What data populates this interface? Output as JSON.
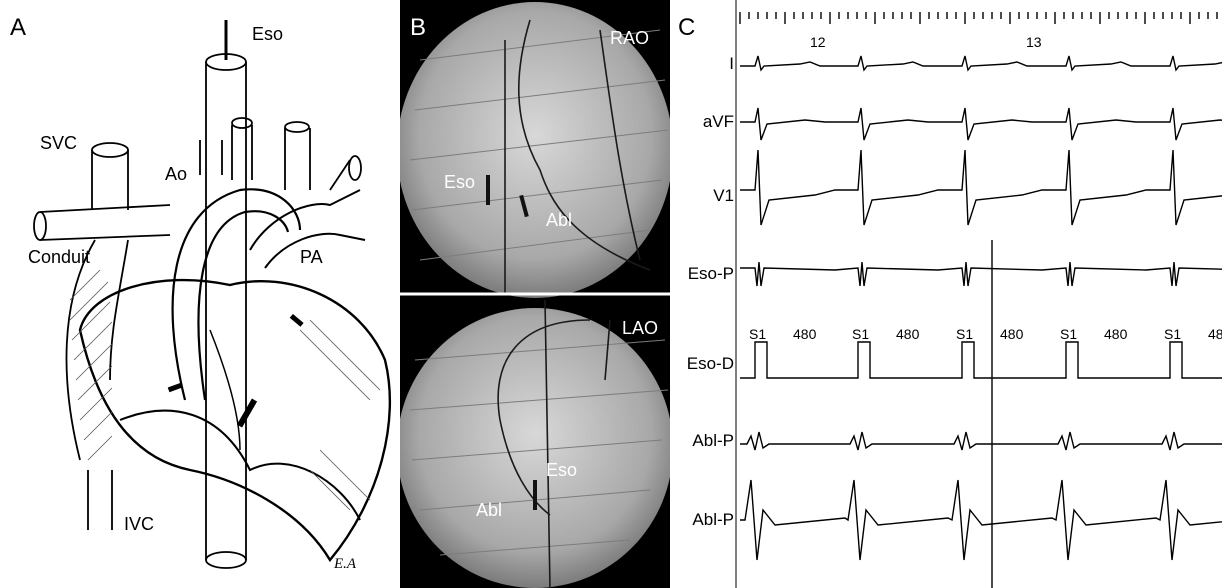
{
  "panel_a": {
    "letter": "A",
    "labels": {
      "eso": "Eso",
      "svc": "SVC",
      "ao": "Ao",
      "conduit": "Conduit",
      "pa": "PA",
      "ivc": "IVC"
    },
    "signature": "E.A"
  },
  "panel_b": {
    "letter": "B",
    "rao": {
      "view": "RAO",
      "eso": "Eso",
      "abl": "Abl"
    },
    "lao": {
      "view": "LAO",
      "eso": "Eso",
      "abl": "Abl"
    }
  },
  "panel_c": {
    "letter": "C",
    "timeline_marks": [
      "12",
      "13"
    ],
    "leads": [
      "I",
      "aVF",
      "V1",
      "Eso-P",
      "Eso-D",
      "Abl-P",
      "Abl-P"
    ],
    "pacing": {
      "stim_label": "S1",
      "interval": "480"
    }
  }
}
